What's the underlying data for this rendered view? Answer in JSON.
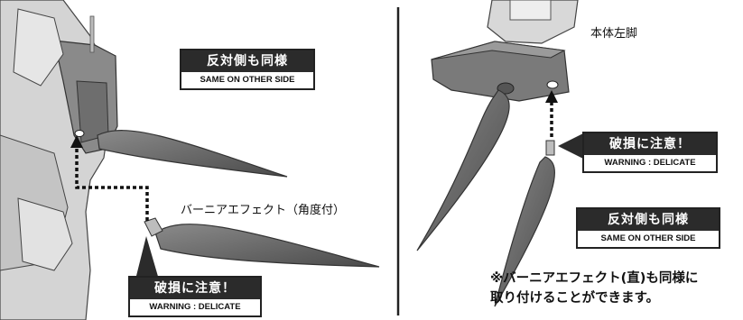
{
  "left_panel": {
    "same_side_label": {
      "jp": "反対側も同様",
      "en": "SAME ON OTHER SIDE"
    },
    "warning_label": {
      "jp": "破損に注意！",
      "en": "WARNING : DELICATE"
    },
    "part_caption": "バーニアエフェクト（角度付）"
  },
  "right_panel": {
    "body_part_caption": "本体左脚",
    "warning_label": {
      "jp": "破損に注意！",
      "en": "WARNING : DELICATE"
    },
    "same_side_label": {
      "jp": "反対側も同様",
      "en": "SAME ON OTHER SIDE"
    },
    "note_line1": "※バーニアエフェクト(直)も同様に",
    "note_line2": "取り付けることができます。"
  },
  "colors": {
    "ink": "#111111",
    "label_band": "#2b2b2b",
    "effect": "#5f5f5f",
    "robot_light": "#cfcfcf",
    "robot_dark": "#6e6e6e",
    "divider": "#222222"
  },
  "icons": {
    "arrow": "dotted-arrow-icon",
    "effect": "vernier-effect-part-icon"
  }
}
